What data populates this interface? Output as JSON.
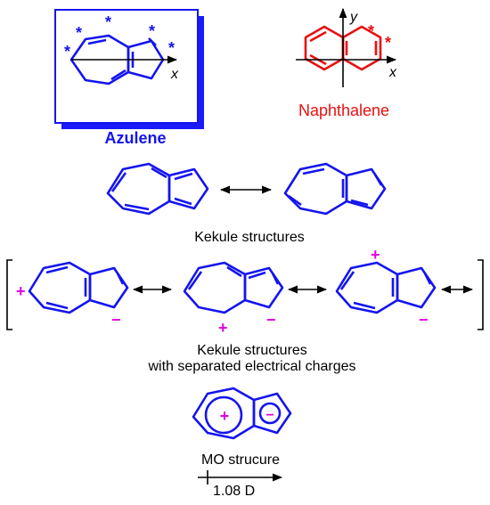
{
  "labels": {
    "azulene_title": "Azulene",
    "naphthalene_title": "Naphthalene",
    "kekule": "Kekule structures",
    "separated_line1": "Kekule structures",
    "separated_line2": "with separated electrical charges",
    "mo": "MO strucure",
    "dipole": "1.08 D",
    "axis_x": "x",
    "axis_y": "y",
    "star": "*",
    "plus": "+",
    "minus": "−"
  },
  "colors": {
    "azulene": "#1414ee",
    "naphthalene": "#e81010",
    "charge": "#e000e0",
    "black": "#000000",
    "shadow": "#1a1aff"
  }
}
